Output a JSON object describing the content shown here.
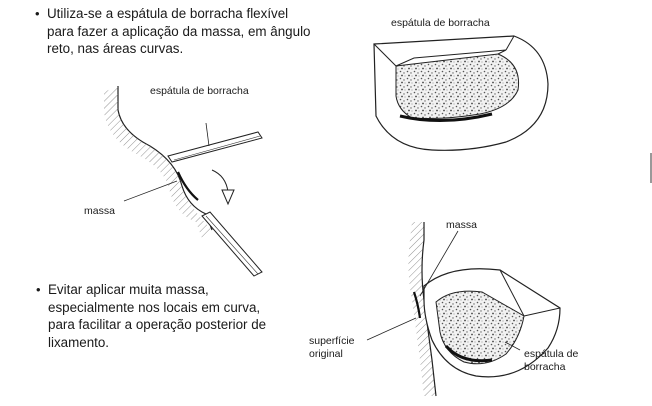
{
  "bullets": [
    {
      "lines": [
        "Utiliza-se a espátula de borracha flexível",
        "para fazer a aplicação da massa, em ângulo",
        "reto, nas áreas curvas."
      ]
    },
    {
      "lines": [
        "Evitar aplicar muita massa,",
        "especialmente nos locais em curva,",
        "para facilitar a operação posterior de",
        "lixamento."
      ]
    }
  ],
  "bullet_symbol": "•",
  "labels": {
    "spatula_top_right": "espátula de borracha",
    "spatula_left": "espátula de borracha",
    "massa_left": "massa",
    "massa_bottom": "massa",
    "superficie_line1": "superfície",
    "superficie_line2": "original",
    "spatula_bottom_line1": "espátula de",
    "spatula_bottom_line2": "borracha"
  }
}
